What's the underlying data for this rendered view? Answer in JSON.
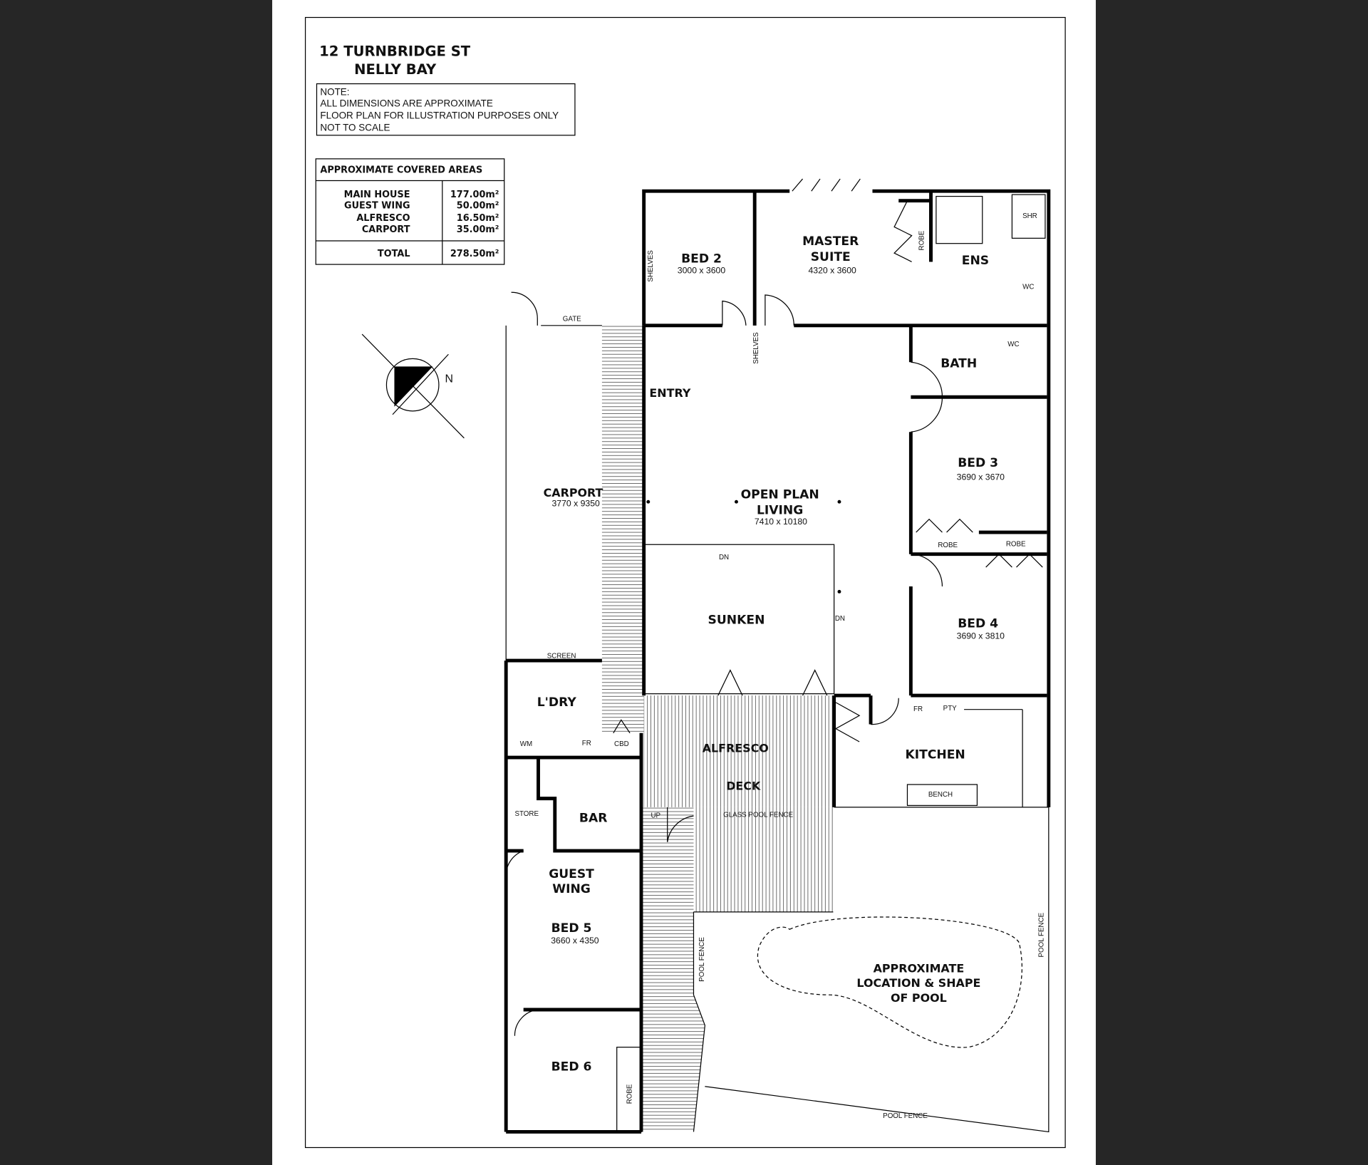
{
  "title": {
    "line1": "12 TURNBRIDGE ST",
    "line2": "NELLY BAY"
  },
  "note": [
    "NOTE:",
    "ALL DIMENSIONS ARE APPROXIMATE",
    "FLOOR PLAN FOR ILLUSTRATION PURPOSES ONLY",
    "NOT TO SCALE"
  ],
  "areas": {
    "heading": "APPROXIMATE COVERED AREAS",
    "rows": [
      {
        "label": "MAIN HOUSE",
        "value": "177.00m²"
      },
      {
        "label": "GUEST WING",
        "value": "50.00m²"
      },
      {
        "label": "ALFRESCO",
        "value": "16.50m²"
      },
      {
        "label": "CARPORT",
        "value": "35.00m²"
      }
    ],
    "total_label": "TOTAL",
    "total_value": "278.50m²"
  },
  "compass": {
    "label": "N"
  },
  "rooms": {
    "bed2": {
      "name": "BED 2",
      "dim": "3000 x  3600"
    },
    "master": {
      "name1": "MASTER",
      "name2": "SUITE",
      "dim": "4320 x  3600"
    },
    "ens": {
      "name": "ENS"
    },
    "bath": {
      "name": "BATH"
    },
    "entry": {
      "name": "ENTRY"
    },
    "living": {
      "name1": "OPEN PLAN",
      "name2": "LIVING",
      "dim": "7410 x 10180"
    },
    "carport": {
      "name": "CARPORT",
      "dim": "3770 x  9350"
    },
    "bed3": {
      "name": "BED 3",
      "dim": "3690 x  3670"
    },
    "bed4": {
      "name": "BED 4",
      "dim": "3690 x  3810"
    },
    "sunken": {
      "name": "SUNKEN"
    },
    "ldry": {
      "name": "L'DRY"
    },
    "alfresco": {
      "name1": "ALFRESCO",
      "name2": "DECK"
    },
    "kitchen": {
      "name": "KITCHEN"
    },
    "bar": {
      "name": "BAR"
    },
    "guest": {
      "name1": "GUEST",
      "name2": "WING"
    },
    "bed5": {
      "name": "BED 5",
      "dim": "3660 x  4350"
    },
    "bed6": {
      "name": "BED 6"
    },
    "pool": {
      "line1": "APPROXIMATE",
      "line2": "LOCATION & SHAPE",
      "line3": "OF POOL"
    }
  },
  "fixtures": {
    "shelves": "SHELVES",
    "robe": "ROBE",
    "shr": "SHR",
    "wc": "WC",
    "gate": "GATE",
    "screen": "SCREEN",
    "dn": "DN",
    "wm": "WM",
    "fr": "FR",
    "cbd": "CBD",
    "pty": "PTY",
    "bench": "BENCH",
    "store": "STORE",
    "up": "UP",
    "glass_pool_fence": "GLASS POOL FENCE",
    "pool_fence": "POOL FENCE"
  }
}
